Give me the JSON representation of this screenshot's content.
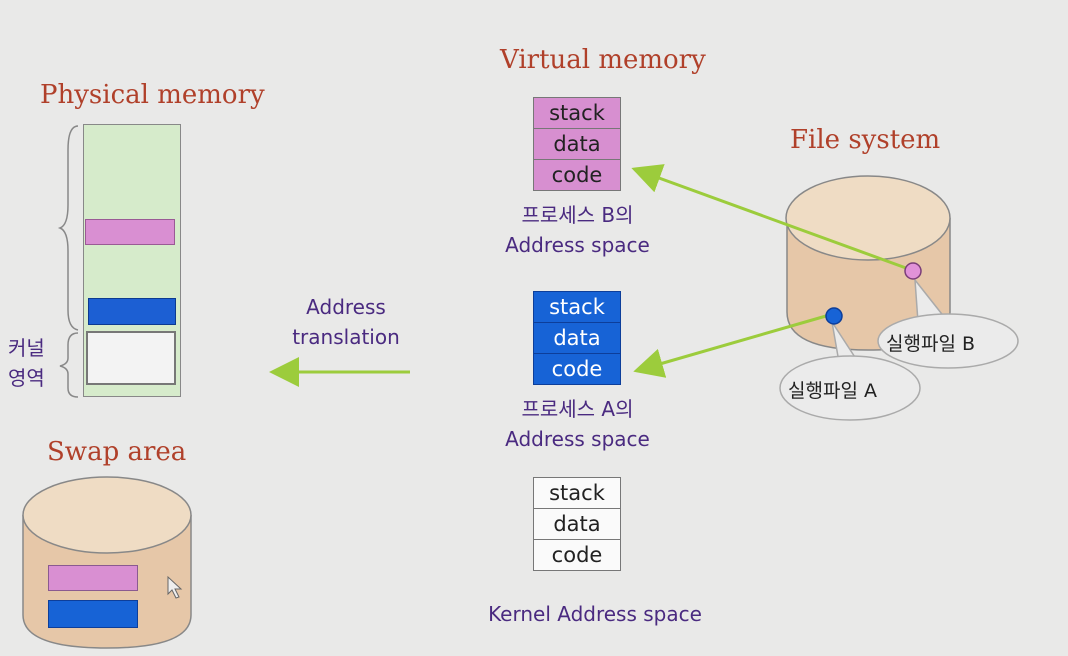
{
  "titles": {
    "physical": "Physical memory",
    "virtual": "Virtual memory",
    "file_system": "File system",
    "swap": "Swap area"
  },
  "kernel_area": {
    "line1": "커널",
    "line2": "영역"
  },
  "translation": {
    "line1": "Address",
    "line2": "translation"
  },
  "process_b": {
    "segments": [
      "stack",
      "data",
      "code"
    ],
    "caption_line1": "프로세스 B의",
    "caption_line2": "Address space"
  },
  "process_a": {
    "segments": [
      "stack",
      "data",
      "code"
    ],
    "caption_line1": "프로세스 A의",
    "caption_line2": "Address space"
  },
  "kernel": {
    "segments": [
      "stack",
      "data",
      "code"
    ],
    "caption": "Kernel Address space"
  },
  "executables": {
    "a": "실행파일 A",
    "b": "실행파일 B"
  },
  "colors": {
    "title": "#b0402a",
    "caption": "#4a2a80",
    "pink": "#d78fd0",
    "blue": "#1763d6",
    "physical_bg": "#d6ebcb",
    "disk": "#e6c7a8",
    "arrow": "#9ccc3c"
  }
}
